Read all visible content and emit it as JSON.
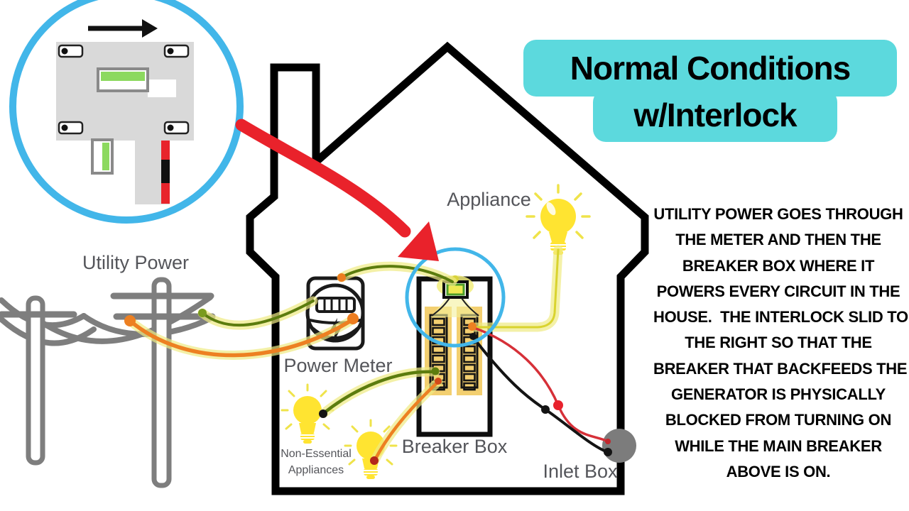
{
  "title": {
    "line1": "Normal Conditions",
    "line2": "w/Interlock",
    "highlight_color": "#5CD9DD",
    "text_color": "#000000"
  },
  "description": {
    "lines": [
      "UTILITY POWER GOES THROUGH",
      "THE METER AND THEN THE",
      "BREAKER BOX WHERE IT",
      "POWERS EVERY CIRCUIT IN THE",
      "HOUSE.  THE INTERLOCK SLID TO",
      "THE RIGHT SO THAT THE",
      "BREAKER THAT BACKFEEDS THE",
      "GENERATOR IS PHYSICALLY",
      "BLOCKED FROM TURNING ON",
      "WHILE THE MAIN BREAKER",
      "ABOVE IS ON."
    ]
  },
  "labels": {
    "utility_power": "Utility Power",
    "power_meter": "Power Meter",
    "breaker_box": "Breaker Box",
    "inlet_box": "Inlet Box",
    "appliance": "Appliance",
    "non_essential_line1": "Non-Essential",
    "non_essential_line2": "Appliances"
  },
  "icons": [
    "interlock-zoom-circle",
    "interlock-slide-arrow",
    "interlock-panel",
    "house-outline",
    "utility-poles",
    "power-meter",
    "breaker-box",
    "main-breaker",
    "inlet-box-circle",
    "appliance-bulb",
    "non-essential-bulb-1",
    "non-essential-bulb-2",
    "red-pointer-arrow",
    "breaker-highlight-circle"
  ],
  "colors": {
    "highlight_cyan": "#5CD9DD",
    "zoom_circle_blue": "#42B6E9",
    "arrow_red": "#E9222B",
    "bulb_yellow": "#FFE431",
    "breaker_panel_tan": "#F3CF70",
    "wire_olive": "#5C7C0E",
    "wire_orange": "#ED8022",
    "wire_red": "#D63038",
    "wire_black": "#141414",
    "wire_glow_yellow": "#EFEB83",
    "pole_gray": "#7E7E7E",
    "inlet_gray": "#7C7C7C",
    "label_gray": "#54555A",
    "interlock_panel_gray": "#D9D9D9",
    "interlock_green": "#8CD95F"
  }
}
